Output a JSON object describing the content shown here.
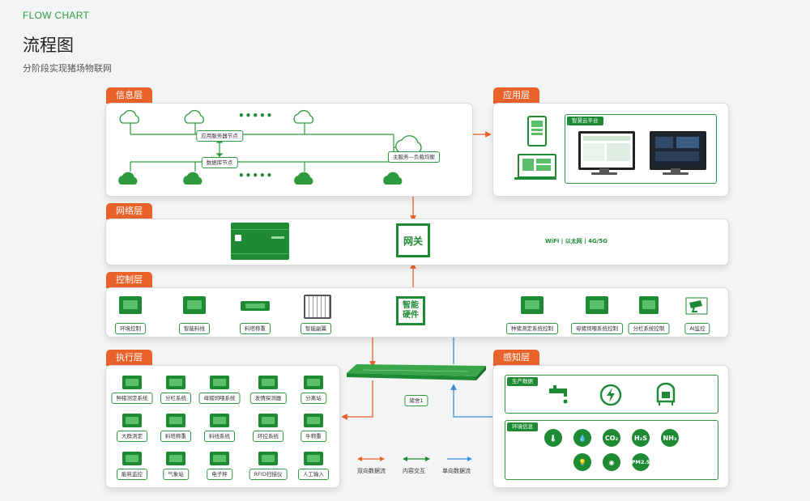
{
  "header": {
    "eyebrow": "FLOW CHART",
    "title": "流程图",
    "subtitle": "分阶段实现猪场物联网"
  },
  "colors": {
    "accent": "#e8622a",
    "brand_green": "#1e8a34",
    "arrow_blue": "#3a8fd9",
    "background": "#f3f4f5"
  },
  "info_layer": {
    "tab": "信息层",
    "app_node": "应用服务器节点",
    "data_node": "数据库节点",
    "main_server": "主服务—负载均衡",
    "dots": "•••••"
  },
  "app_layer": {
    "tab": "应用层",
    "cloud_platform": "智慧云平台"
  },
  "network_layer": {
    "tab": "网络层",
    "gateway": "网关",
    "protocols": "WiFi  |  以太网  |  4G/5G"
  },
  "control_layer": {
    "tab": "控制层",
    "smart_hardware": "智能硬件",
    "items_left": [
      "环境控制",
      "智能料线",
      "料塔称重",
      "智能副翼"
    ],
    "items_right": [
      "种猪测定系统控制",
      "母猪饲喂系统控制",
      "分栏系统控制",
      "AI监控"
    ]
  },
  "pig_house": {
    "label": "猪舍1"
  },
  "exec_layer": {
    "tab": "执行层",
    "items": [
      "种猪测定系统",
      "分栏系统",
      "母猪饲喂系统",
      "发情探测器",
      "分离站",
      "大群测定",
      "料塔称重",
      "料线系统",
      "环控系统",
      "牛称重",
      "能耗监控",
      "气象站",
      "电子秤",
      "RFID扫描仪",
      "人工输入"
    ]
  },
  "sense_layer": {
    "tab": "感知层",
    "production": "生产数据",
    "environment": "环境信息",
    "sensors": [
      "CO₂",
      "H₂S",
      "NH₃",
      "PM2.5"
    ]
  },
  "legend": {
    "bidirectional": "双向数据流",
    "interaction": "内容交互",
    "unidirectional": "单向数据流"
  },
  "icons": [
    "refresh-cloud-icon",
    "database-cloud-icon",
    "phone-icon",
    "laptop-icon",
    "monitor-icon",
    "faucet-icon",
    "lightning-icon",
    "silo-icon",
    "thermometer-icon",
    "water-drop-icon",
    "light-bulb-icon",
    "camera-icon"
  ]
}
